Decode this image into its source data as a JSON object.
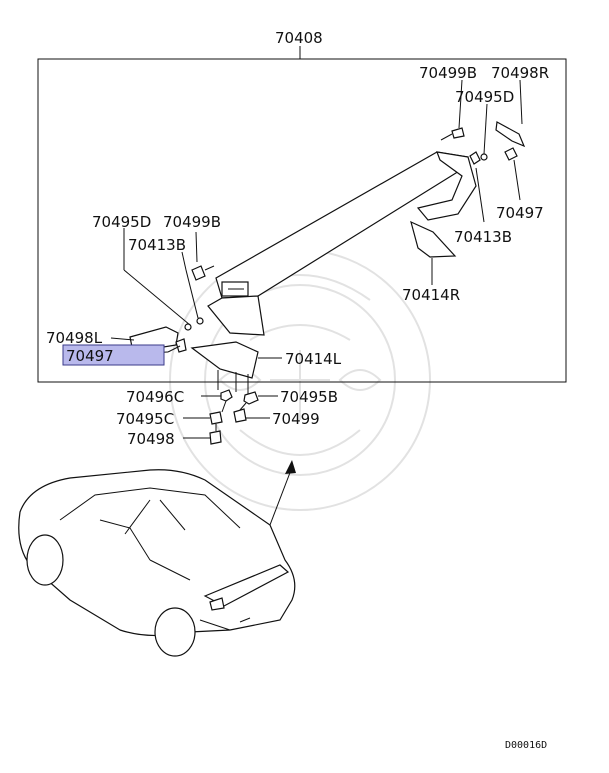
{
  "diagram": {
    "assembly_number": "70408",
    "labels": {
      "p70499B_r": "70499B",
      "p70498R": "70498R",
      "p70495D_r": "70495D",
      "p70497_r": "70497",
      "p70413B_r": "70413B",
      "p70414R": "70414R",
      "p70495D_l": "70495D",
      "p70499B_l": "70499B",
      "p70413B_l": "70413B",
      "p70498L": "70498L",
      "p70497_l": "70497",
      "p70414L": "70414L",
      "p70496C": "70496C",
      "p70495B": "70495B",
      "p70495C": "70495C",
      "p70499": "70499",
      "p70498": "70498"
    },
    "highlighted_part": "70497",
    "highlight_color": "#b9b9ec",
    "reference_code": "D00016D"
  }
}
